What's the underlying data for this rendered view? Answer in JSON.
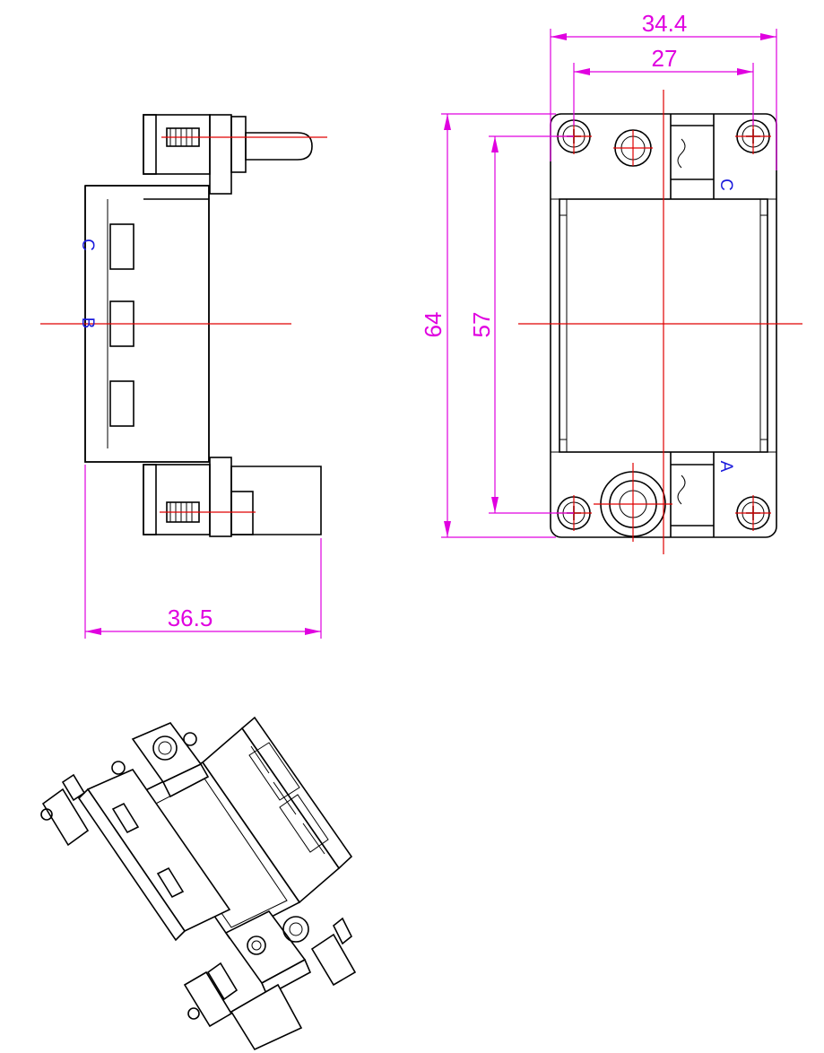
{
  "dimensions": {
    "overall_width": "34.4",
    "hole_spacing_width": "27",
    "overall_height": "64",
    "hole_spacing_height": "57",
    "side_depth": "36.5"
  },
  "markings": {
    "side_c": "C",
    "side_b": "B",
    "front_c": "C",
    "front_a": "A"
  },
  "colors": {
    "dimension": "#e000e0",
    "centerline": "#e00000",
    "marking": "#1a1adc",
    "outline": "#000000"
  }
}
